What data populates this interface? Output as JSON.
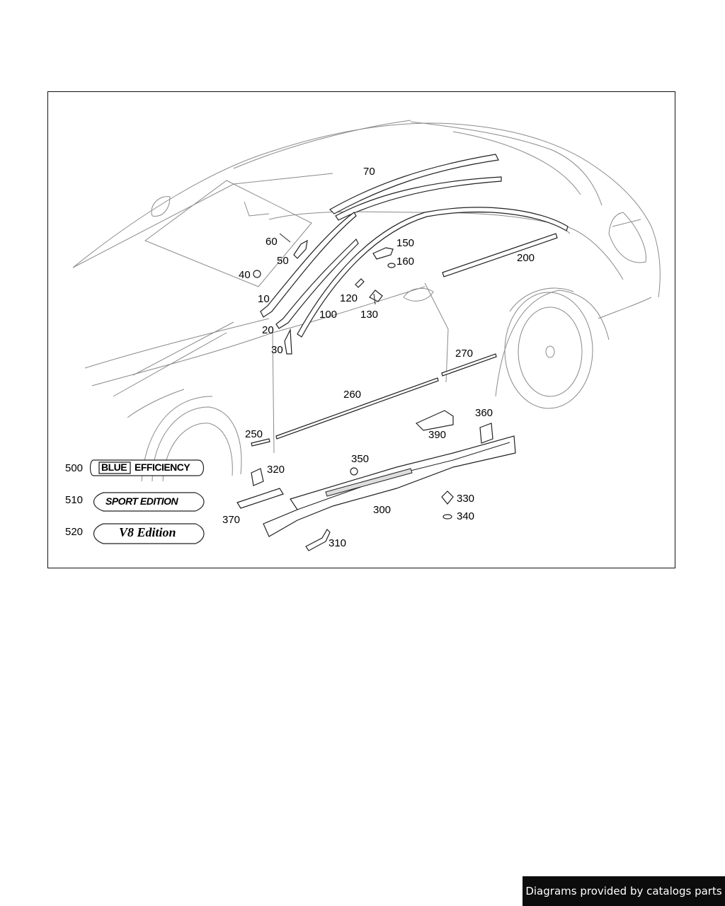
{
  "callouts": [
    "10",
    "20",
    "30",
    "40",
    "50",
    "60",
    "70",
    "100",
    "120",
    "130",
    "150",
    "160",
    "200",
    "250",
    "260",
    "270",
    "300",
    "310",
    "320",
    "330",
    "340",
    "350",
    "360",
    "370",
    "390",
    "500",
    "510",
    "520"
  ],
  "badges": {
    "blue_efficiency": {
      "left": "BLUE",
      "right": "EFFICIENCY"
    },
    "sport_edition": "SPORT EDITION",
    "v8_edition": "V8 Edition"
  },
  "credit": "Diagrams provided by catalogs parts"
}
